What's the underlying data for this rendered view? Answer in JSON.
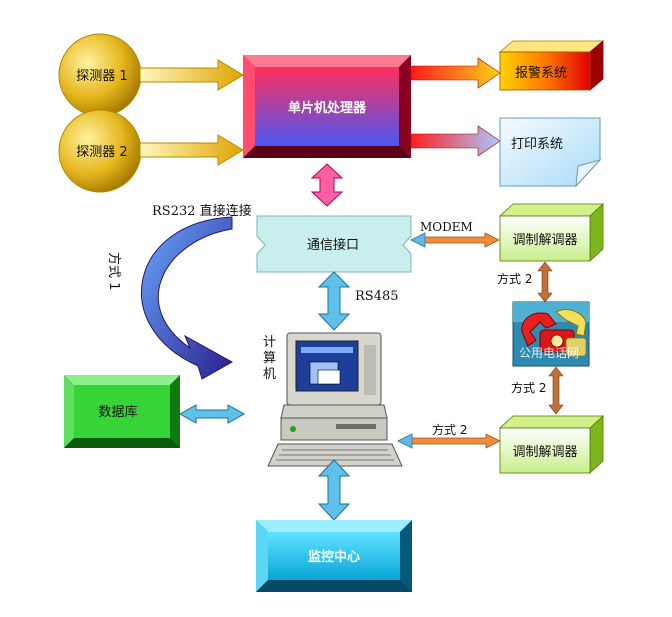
{
  "detectors": [
    {
      "label": "探测器 1"
    },
    {
      "label": "探测器 2"
    }
  ],
  "mcu": {
    "label": "单片机处理器"
  },
  "alarm": {
    "label": "报警系统"
  },
  "printer": {
    "label": "打印系统"
  },
  "comm_port": {
    "label": "通信接口"
  },
  "rs232_label": "RS232 直接连接",
  "mode1_label": "方式 1",
  "rs485_label": "RS485",
  "modem_label": "MODEM",
  "modem_top": {
    "label": "调制解调器"
  },
  "modem_bottom": {
    "label": "调制解调器"
  },
  "mode2_upper": "方式 2",
  "mode2_lower": "方式 2",
  "mode2_computer": "方式 2",
  "phone_network": {
    "label": "公用电话网"
  },
  "computer": {
    "label": "计算机"
  },
  "database": {
    "label": "数据库"
  },
  "monitor_center": {
    "label": "监控中心"
  },
  "colors": {
    "gold": "#e3b417",
    "mcu_top": "#ff2a55",
    "mcu_bottom": "#5a5cf0",
    "comm_port": "#cbeeee",
    "bidir_arrow": "#63c3ea",
    "modem_green": "#a6dd38",
    "database_green": "#37d437",
    "monitor_blue": "#1fb7e3"
  }
}
